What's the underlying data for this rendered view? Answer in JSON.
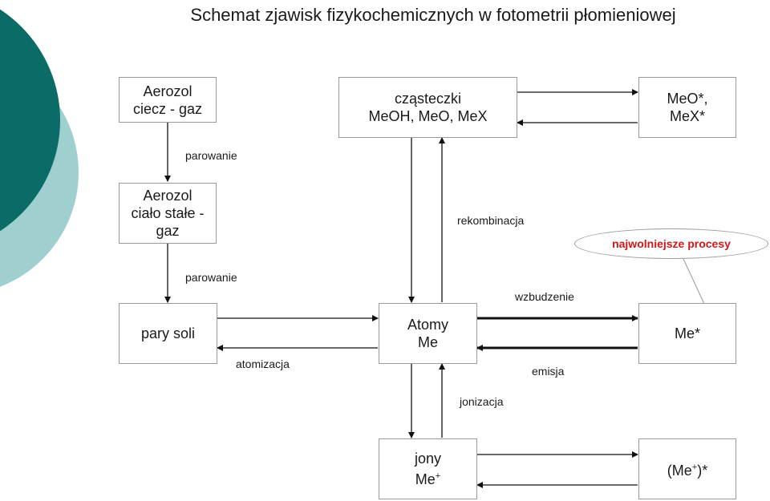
{
  "title": "Schemat zjawisk fizykochemicznych w fotometrii płomieniowej",
  "boxes": {
    "aerozol_ciecz": "Aerozol\nciecz - gaz",
    "aerozol_cialo": "Aerozol\nciało stałe -\ngaz",
    "pary_soli": "pary soli",
    "czasteczki": "cząsteczki\nMeOH, MeO, MeX",
    "meo_star": "MeO*,\nMeX*",
    "atomy": "Atomy\nMe",
    "me_star": "Me*",
    "jony_line1": "jony",
    "jony_base": "Me",
    "jony_sup": "+",
    "me_plus_star_open": "(Me",
    "me_plus_star_sup": "+",
    "me_plus_star_close": ")*"
  },
  "labels": {
    "parowanie_1": "parowanie",
    "parowanie_2": "parowanie",
    "rekombinacja": "rekombinacja",
    "atomizacja": "atomizacja",
    "wzbudzenie": "wzbudzenie",
    "emisja": "emisja",
    "jonizacja": "jonizacja"
  },
  "callout": "najwolniejsze procesy",
  "colors": {
    "deco_dark": "#0b6b66",
    "deco_light": "#9fcfce",
    "callout_text": "#d01818"
  }
}
